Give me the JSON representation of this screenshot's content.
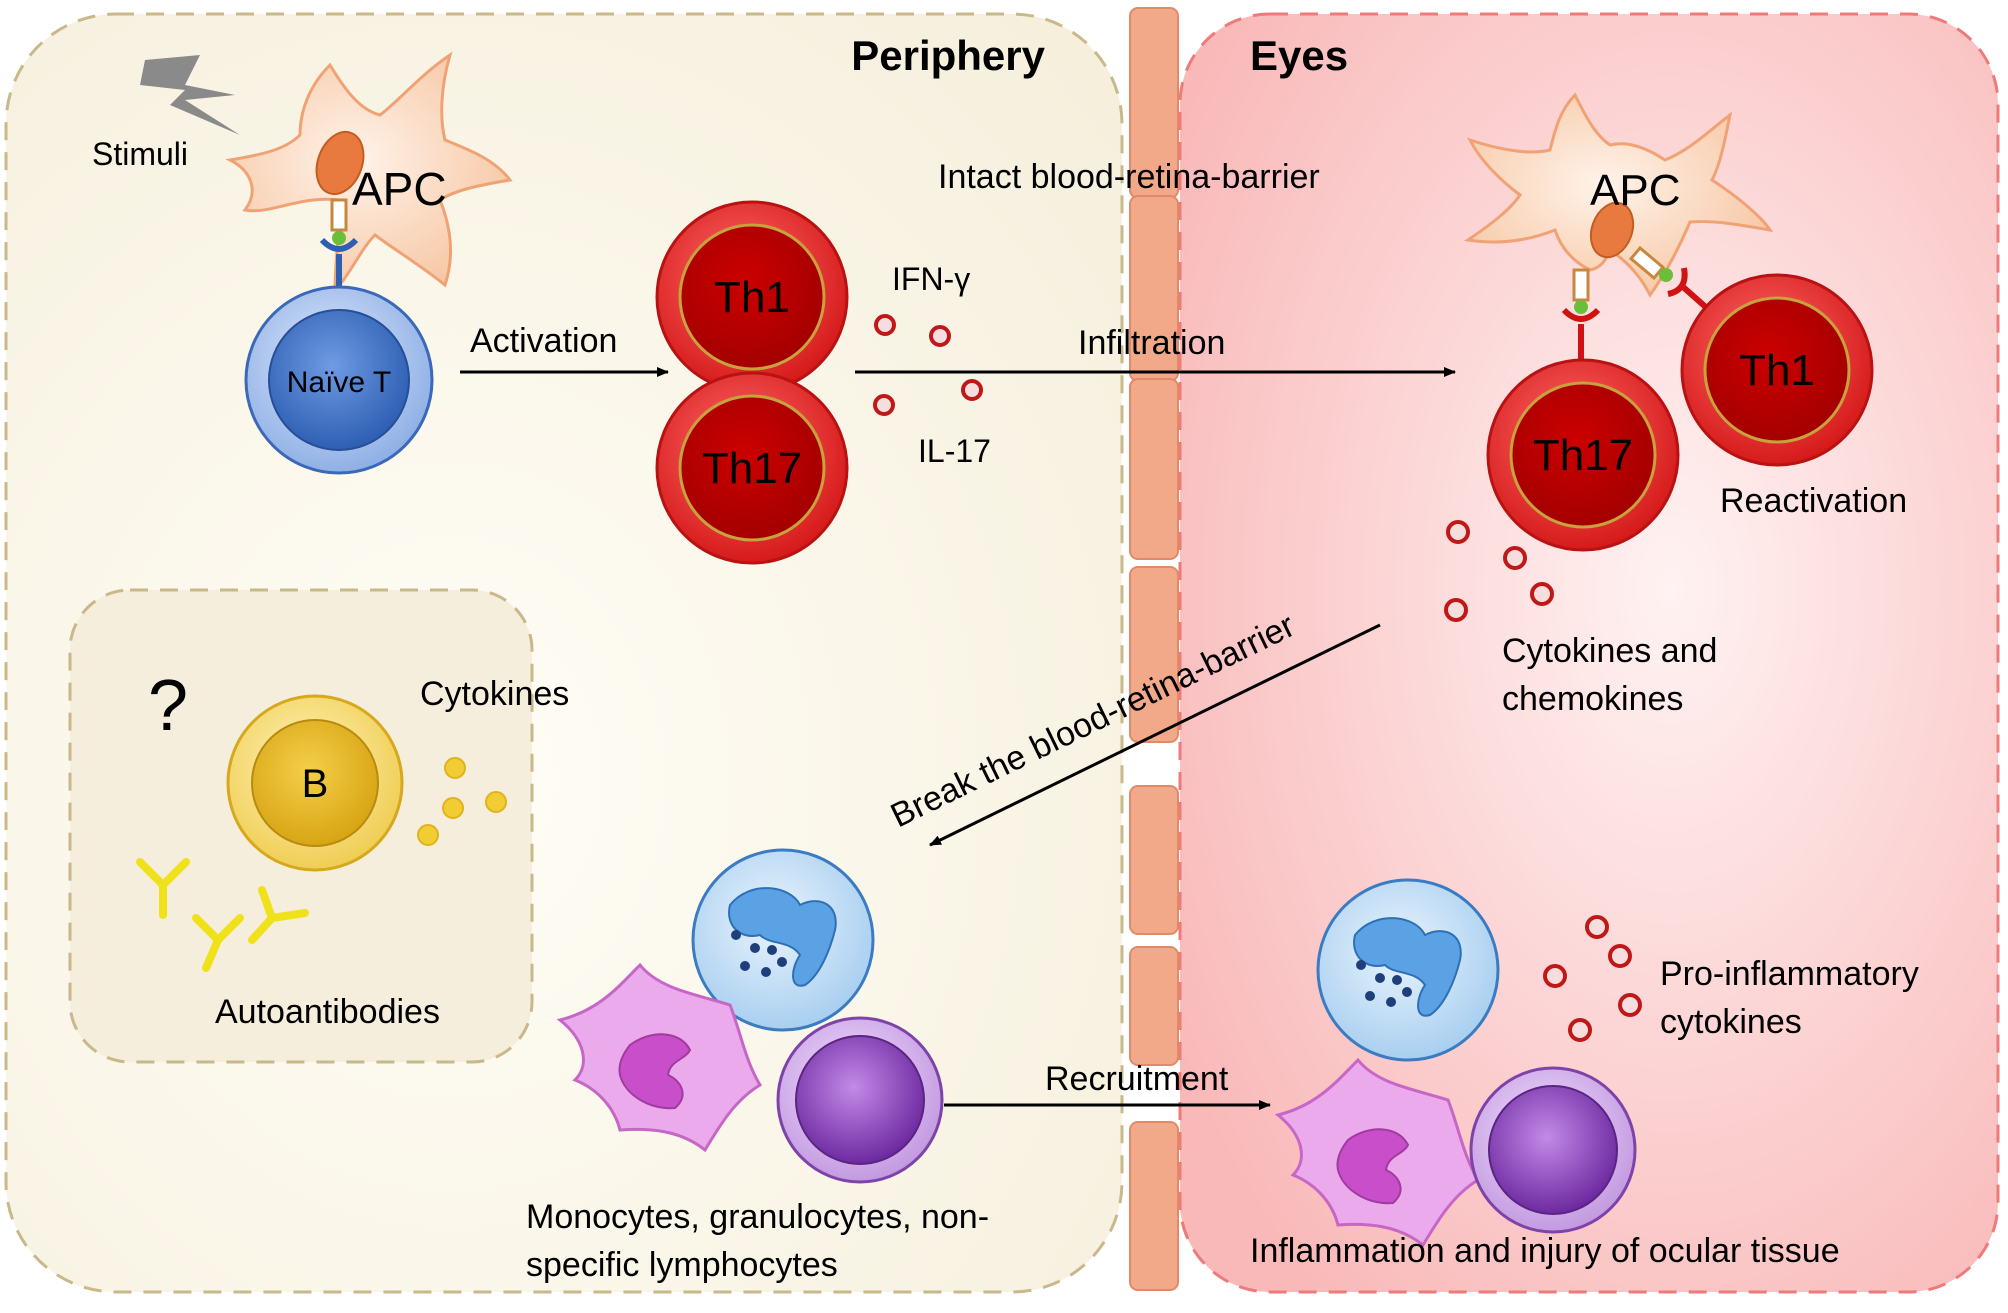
{
  "regions": {
    "periphery": "Periphery",
    "eyes": "Eyes"
  },
  "labels": {
    "stimuli": "Stimuli",
    "apc": "APC",
    "naive_t": "Naïve T",
    "activation": "Activation",
    "th1": "Th1",
    "th17": "Th17",
    "ifn": "IFN-γ",
    "il17": "IL-17",
    "intact_brb": "Intact blood-retina-barrier",
    "infiltration": "Infiltration",
    "apc_eye": "APC",
    "th1_eye": "Th1",
    "th17_eye": "Th17",
    "reactivation": "Reactivation",
    "cytokines_chemokines_1": "Cytokines and",
    "cytokines_chemokines_2": "chemokines",
    "break_brb": "Break the blood-retina-barrier",
    "question": "?",
    "b_cell": "B",
    "cytokines": "Cytokines",
    "autoantibodies": "Autoantibodies",
    "monocytes_1": "Monocytes, granulocytes, non-",
    "monocytes_2": "specific lymphocytes",
    "recruitment": "Recruitment",
    "proinflammatory_1": "Pro-inflammatory",
    "proinflammatory_2": "cytokines",
    "inflammation": "Inflammation and injury of ocular tissue"
  },
  "colors": {
    "periphery_bg": "#f9f4e6",
    "eyes_bg": "#fbcfcf",
    "barrier": "#f2a98a",
    "th_red": "#cc1111",
    "naive_blue": "#3f73c9",
    "b_gold": "#e3b52a",
    "purple": "#8a3fb8",
    "macrophage": "#e59ae6",
    "neutrophil": "#7fb8ea"
  }
}
